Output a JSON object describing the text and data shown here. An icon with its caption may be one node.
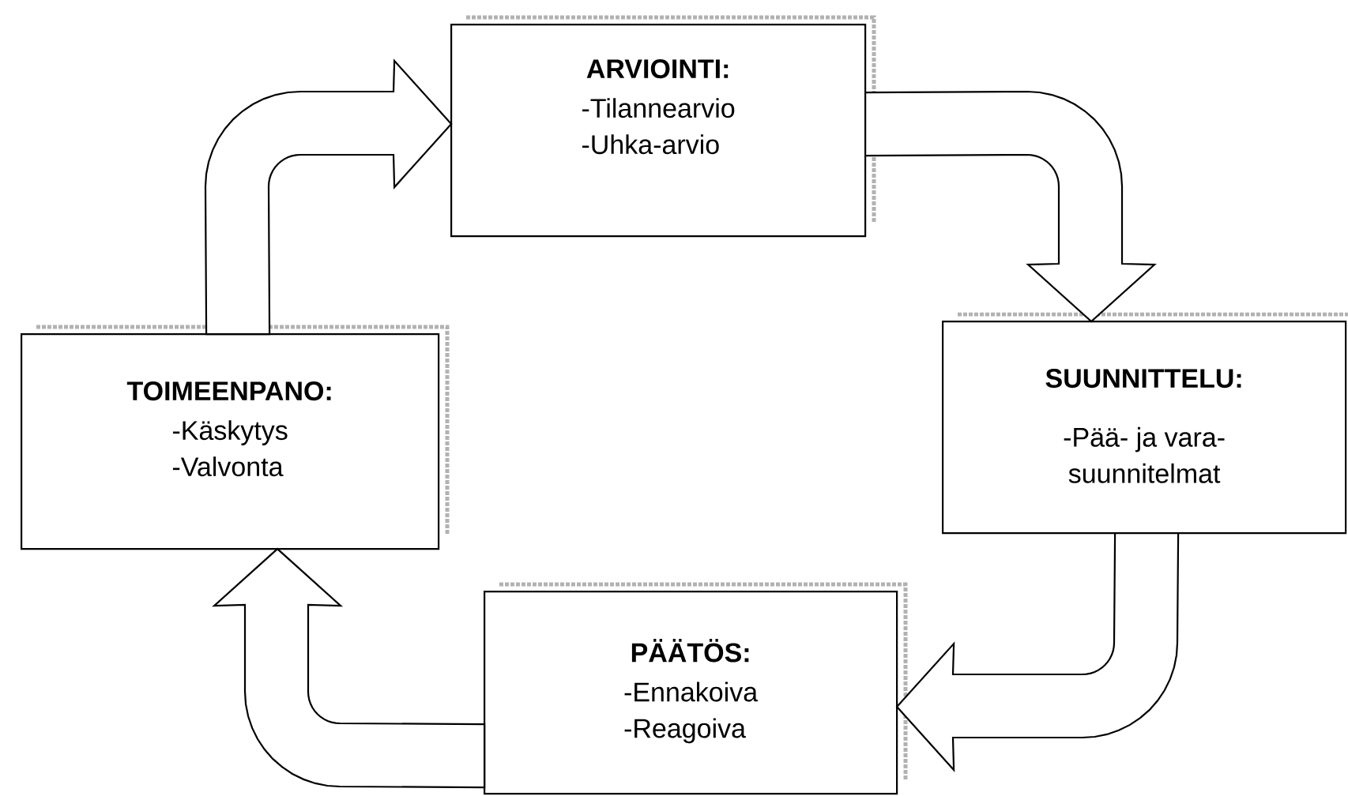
{
  "diagram": {
    "nodes": [
      {
        "text": [
          "ARVIOINTI:",
          "-Tilannearvio",
          "-Uhka-arvio"
        ]
      },
      {
        "text": [
          "TOIMEENPANO:",
          "-Käskytys",
          "-Valvonta"
        ]
      },
      {
        "text": [
          "SUUNNITTELU:",
          "-Pää- ja vara- suunnitelmat"
        ]
      },
      {
        "text": [
          "PÄÄTÖS:",
          "-Ennakoiva",
          "-Reagoiva"
        ]
      }
    ],
    "edges": [
      {
        "from": 0,
        "to": 2,
        "arrow": "to"
      },
      {
        "from": 2,
        "to": 3,
        "arrow": "to"
      },
      {
        "from": 3,
        "to": 1,
        "arrow": "to"
      },
      {
        "from": 1,
        "to": 0,
        "arrow": "to"
      }
    ]
  }
}
